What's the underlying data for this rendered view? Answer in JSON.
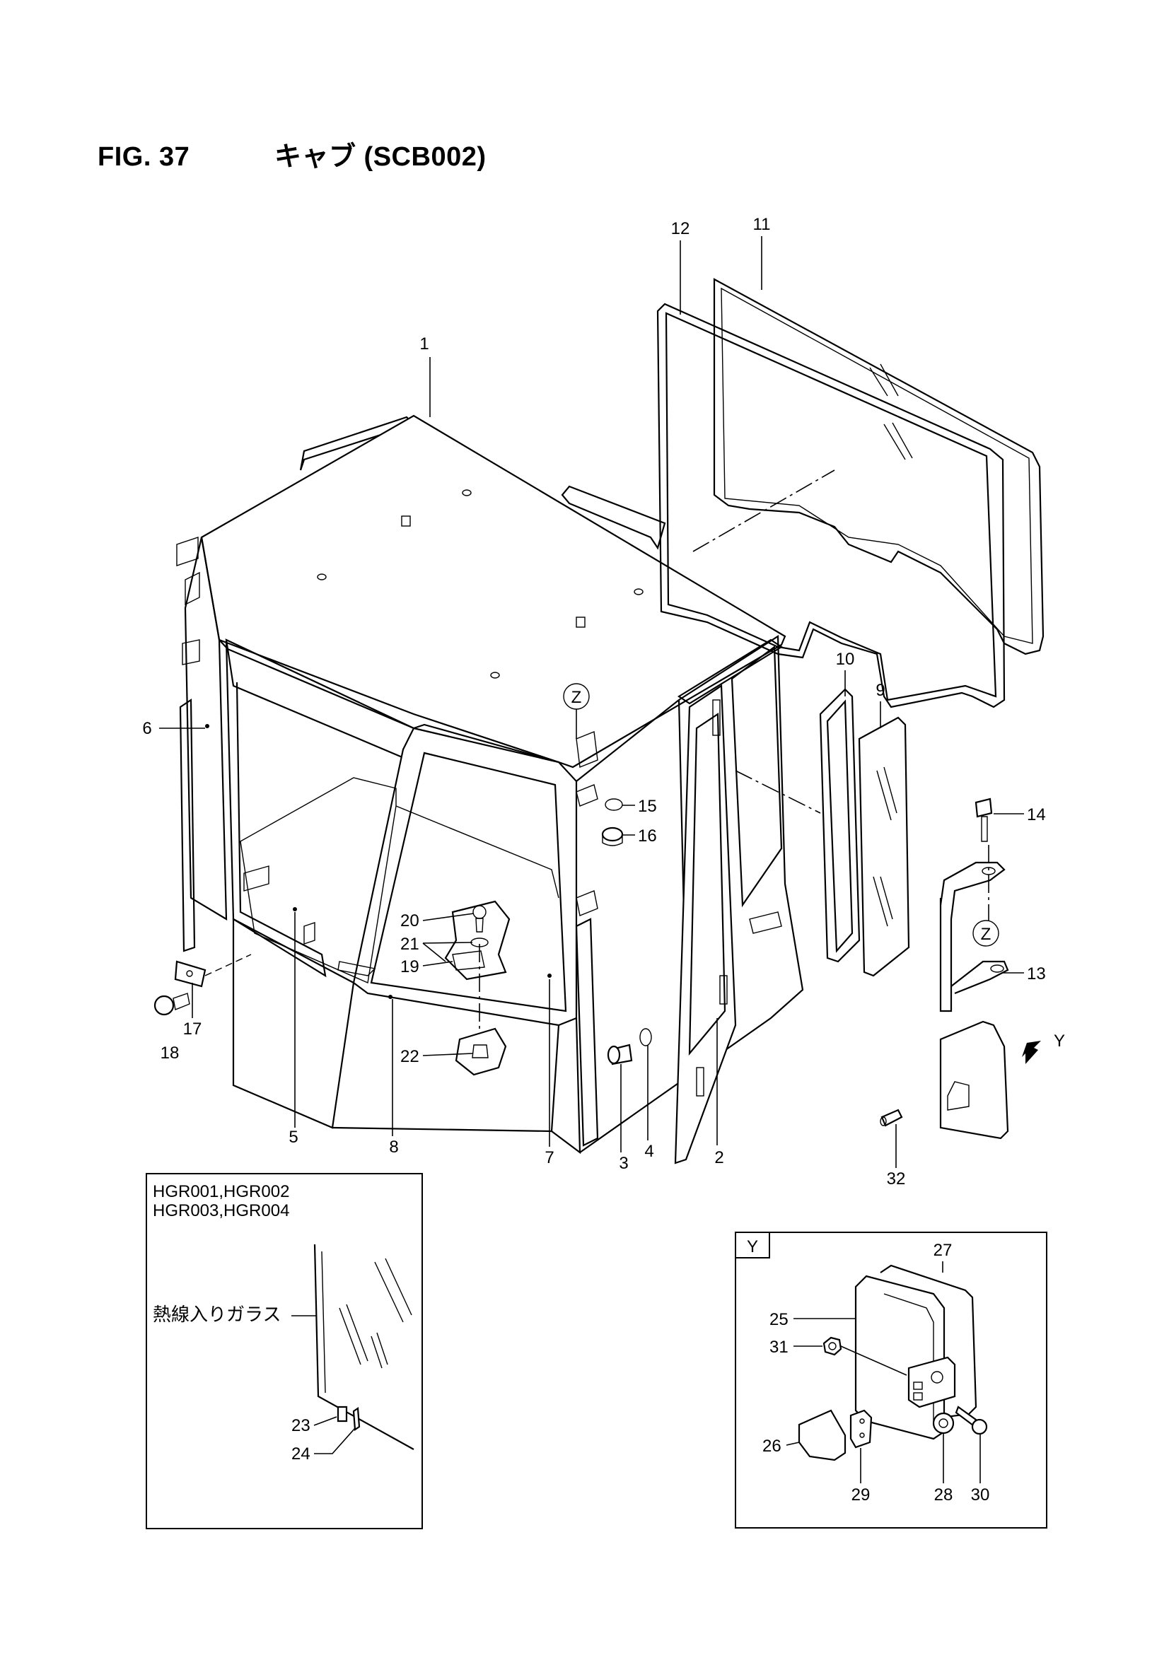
{
  "figure": {
    "number": "FIG. 37",
    "title": "キャブ (SCB002)"
  },
  "callouts": [
    "1",
    "2",
    "3",
    "4",
    "5",
    "6",
    "7",
    "8",
    "9",
    "10",
    "11",
    "12",
    "13",
    "14",
    "15",
    "16",
    "17",
    "18",
    "19",
    "20",
    "21",
    "22",
    "32"
  ],
  "view_markers": {
    "z_top": "Z",
    "z_side": "Z",
    "y_arrow": "Y"
  },
  "inset_left": {
    "models_line1": "HGR001,HGR002",
    "models_line2": "HGR003,HGR004",
    "glass_label": "熱線入りガラス",
    "callouts": [
      "23",
      "24"
    ]
  },
  "inset_right": {
    "view_label": "Y",
    "callouts": [
      "25",
      "26",
      "27",
      "28",
      "29",
      "30",
      "31"
    ]
  }
}
